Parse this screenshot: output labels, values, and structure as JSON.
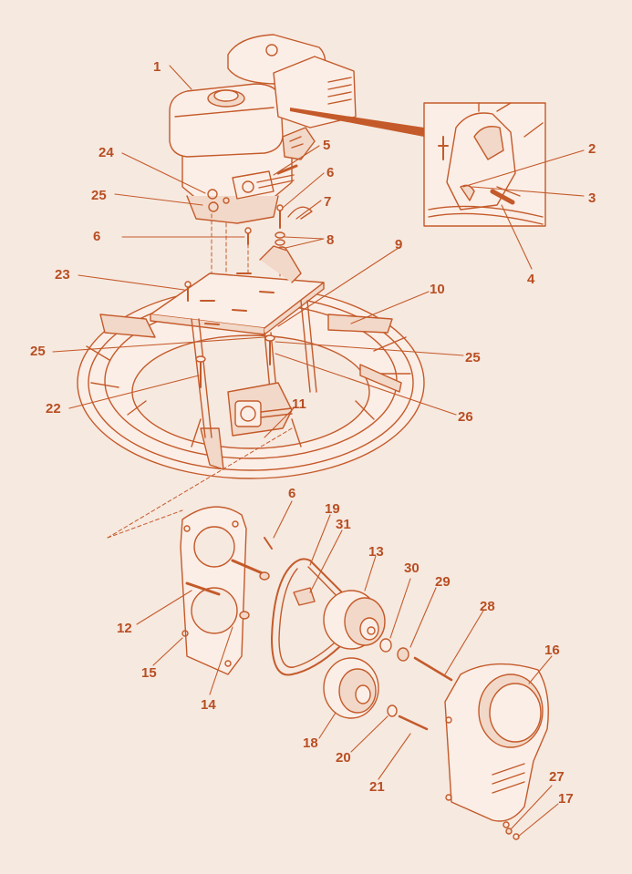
{
  "colors": {
    "background": "#f6e9e0",
    "line_art": "#c45a2a",
    "fill_light": "#fbeee6",
    "fill_mid": "#f2d8c8",
    "callout_text": "#b84e22"
  },
  "callouts": [
    {
      "id": "c1",
      "label": "1"
    },
    {
      "id": "c2",
      "label": "2"
    },
    {
      "id": "c3",
      "label": "3"
    },
    {
      "id": "c4",
      "label": "4"
    },
    {
      "id": "c5",
      "label": "5"
    },
    {
      "id": "c6a",
      "label": "6"
    },
    {
      "id": "c7",
      "label": "7"
    },
    {
      "id": "c8",
      "label": "8"
    },
    {
      "id": "c6b",
      "label": "6"
    },
    {
      "id": "c9",
      "label": "9"
    },
    {
      "id": "c10",
      "label": "10"
    },
    {
      "id": "c24",
      "label": "24"
    },
    {
      "id": "c25a",
      "label": "25"
    },
    {
      "id": "c23",
      "label": "23"
    },
    {
      "id": "c25b",
      "label": "25"
    },
    {
      "id": "c25c",
      "label": "25"
    },
    {
      "id": "c22",
      "label": "22"
    },
    {
      "id": "c26",
      "label": "26"
    },
    {
      "id": "c11",
      "label": "11"
    },
    {
      "id": "c6c",
      "label": "6"
    },
    {
      "id": "c19",
      "label": "19"
    },
    {
      "id": "c31",
      "label": "31"
    },
    {
      "id": "c13",
      "label": "13"
    },
    {
      "id": "c30",
      "label": "30"
    },
    {
      "id": "c29",
      "label": "29"
    },
    {
      "id": "c28",
      "label": "28"
    },
    {
      "id": "c16",
      "label": "16"
    },
    {
      "id": "c12",
      "label": "12"
    },
    {
      "id": "c15",
      "label": "15"
    },
    {
      "id": "c14",
      "label": "14"
    },
    {
      "id": "c18",
      "label": "18"
    },
    {
      "id": "c20",
      "label": "20"
    },
    {
      "id": "c21",
      "label": "21"
    },
    {
      "id": "c27",
      "label": "27"
    },
    {
      "id": "c17",
      "label": "17"
    }
  ]
}
